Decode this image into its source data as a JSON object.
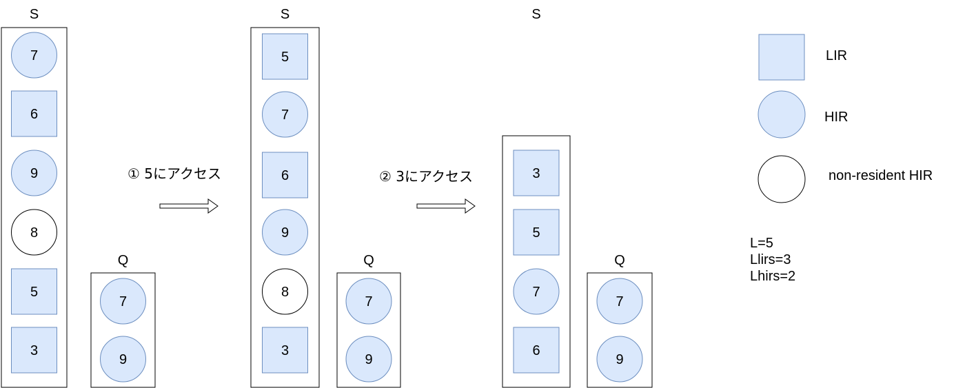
{
  "stages": [
    {
      "stack": {
        "label": "S",
        "items": [
          {
            "value": "7",
            "kind": "hir"
          },
          {
            "value": "6",
            "kind": "lir"
          },
          {
            "value": "9",
            "kind": "hir"
          },
          {
            "value": "8",
            "kind": "nonresident"
          },
          {
            "value": "5",
            "kind": "lir"
          },
          {
            "value": "3",
            "kind": "lir"
          }
        ]
      },
      "queue": {
        "label": "Q",
        "items": [
          {
            "value": "7",
            "kind": "hir"
          },
          {
            "value": "9",
            "kind": "hir"
          }
        ]
      }
    },
    {
      "stack": {
        "label": "S",
        "items": [
          {
            "value": "5",
            "kind": "lir"
          },
          {
            "value": "7",
            "kind": "hir"
          },
          {
            "value": "6",
            "kind": "lir"
          },
          {
            "value": "9",
            "kind": "hir"
          },
          {
            "value": "8",
            "kind": "nonresident"
          },
          {
            "value": "3",
            "kind": "lir"
          }
        ]
      },
      "queue": {
        "label": "Q",
        "items": [
          {
            "value": "7",
            "kind": "hir"
          },
          {
            "value": "9",
            "kind": "hir"
          }
        ]
      }
    },
    {
      "stack": {
        "label": "S",
        "items": [
          {
            "value": "3",
            "kind": "lir"
          },
          {
            "value": "5",
            "kind": "lir"
          },
          {
            "value": "7",
            "kind": "hir"
          },
          {
            "value": "6",
            "kind": "lir"
          }
        ]
      },
      "queue": {
        "label": "Q",
        "items": [
          {
            "value": "7",
            "kind": "hir"
          },
          {
            "value": "9",
            "kind": "hir"
          }
        ]
      }
    }
  ],
  "steps": [
    {
      "text": "① 5にアクセス"
    },
    {
      "text": "② 3にアクセス"
    }
  ],
  "legend": [
    {
      "kind": "lir",
      "text": "LIR"
    },
    {
      "kind": "hir",
      "text": "HIR"
    },
    {
      "kind": "nonresident",
      "text": "non-resident HIR"
    }
  ],
  "params": [
    "L=5",
    "Llirs=3",
    "Lhirs=2"
  ],
  "colors": {
    "fill": "#dae8fc",
    "stroke": "#6c8ebf",
    "box": "#000000",
    "nonresident_fill": "#ffffff"
  }
}
